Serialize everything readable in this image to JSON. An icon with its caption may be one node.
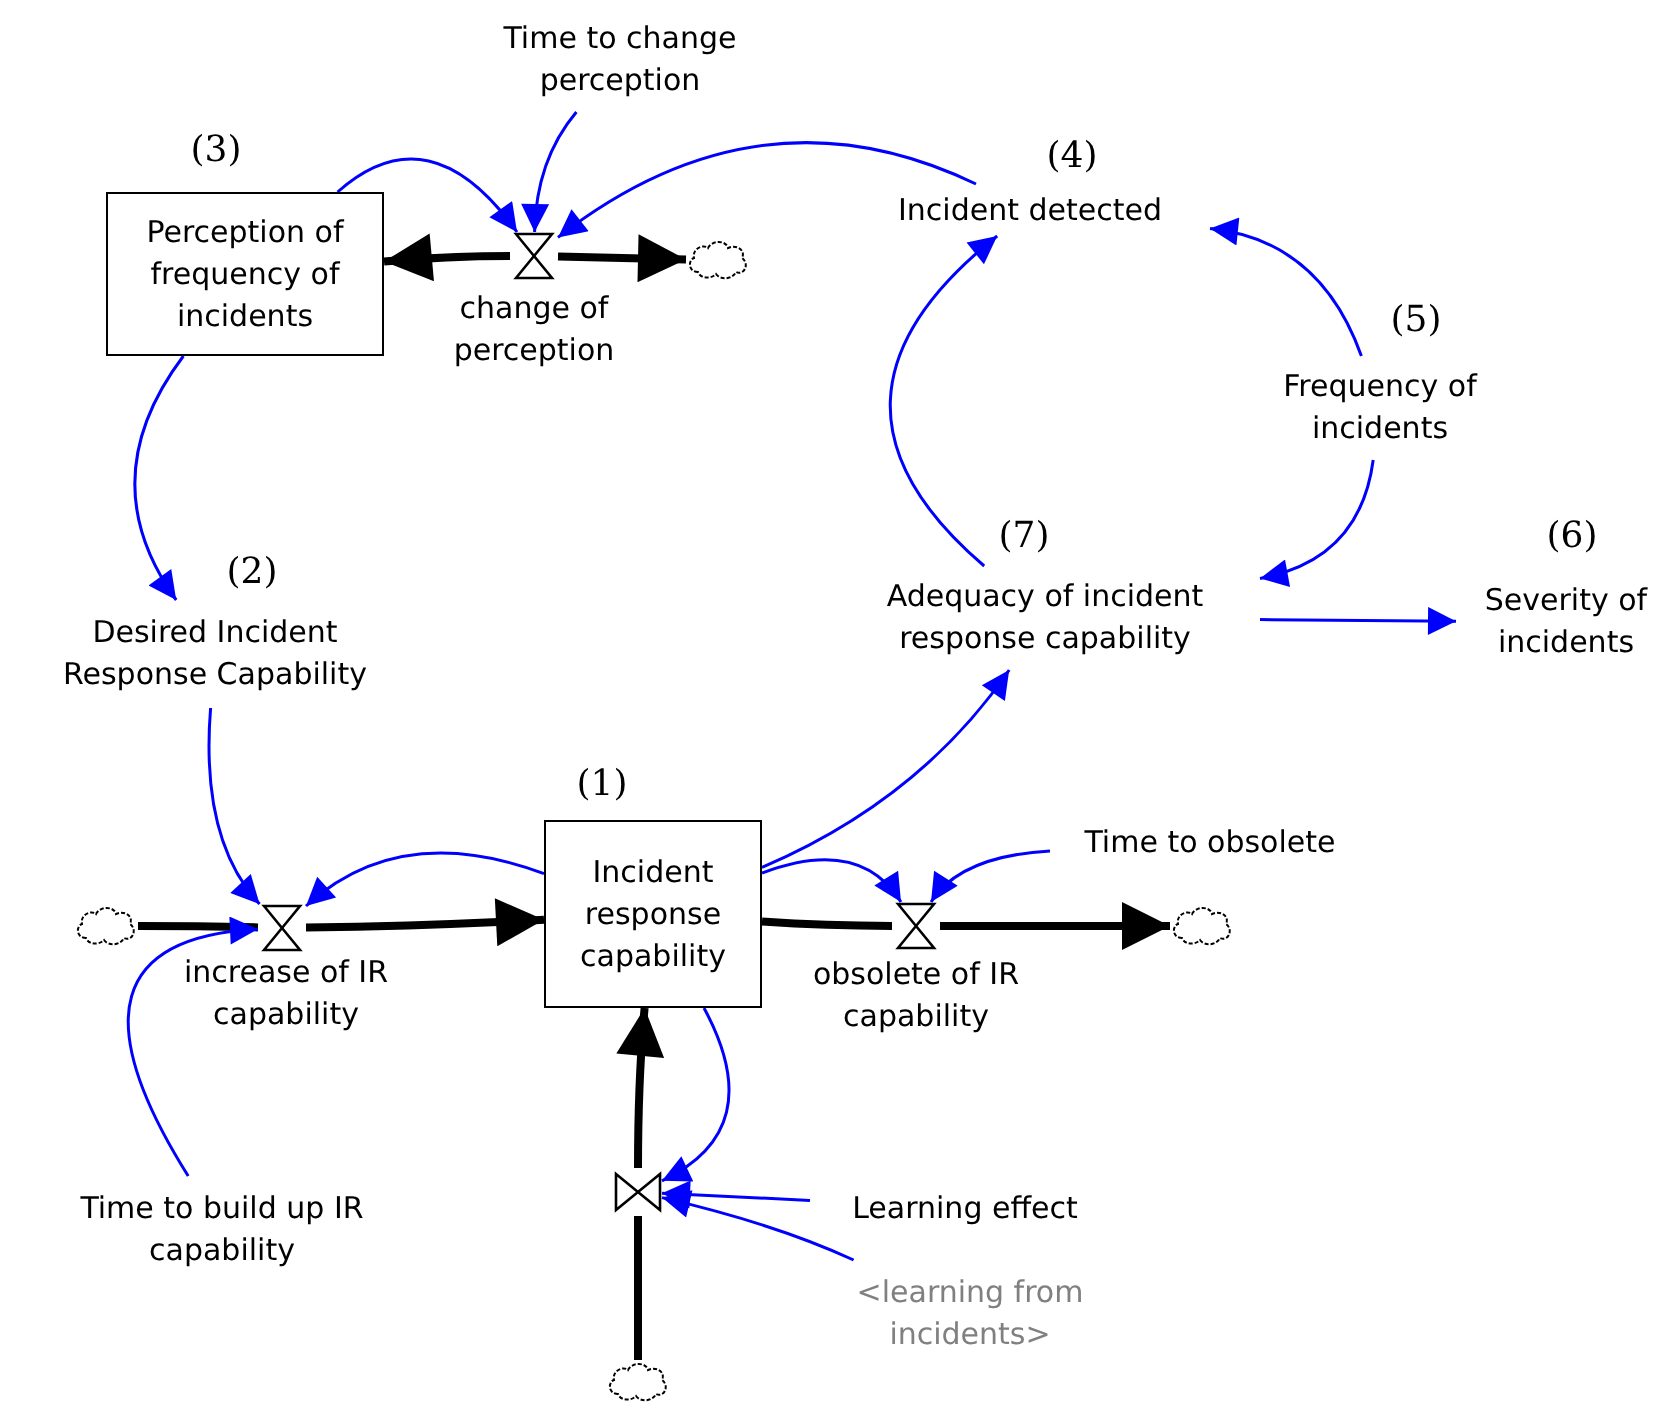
{
  "diagram": {
    "nodes": [
      {
        "text": [
          "Time to change perception"
        ]
      },
      {
        "text": [
          "Perception of frequency of incidents"
        ],
        "beside": [
          "(3)"
        ]
      },
      {
        "text": [
          "change of perception"
        ]
      },
      {
        "text": [],
        "shape": "cloud"
      },
      {
        "text": [
          "Incident detected"
        ],
        "beside": [
          "(4)"
        ]
      },
      {
        "text": [
          "Frequency of incidents"
        ],
        "beside": [
          "(5)"
        ]
      },
      {
        "text": [
          "Desired Incident Response Capability"
        ],
        "beside": [
          "(2)"
        ]
      },
      {
        "text": [
          "Adequacy of incident response capability"
        ],
        "beside": [
          "(7)"
        ]
      },
      {
        "text": [
          "Severity of incidents"
        ],
        "beside": [
          "(6)"
        ]
      },
      {
        "text": [
          "Incident response capability"
        ],
        "beside": [
          "(1)"
        ]
      },
      {
        "text": [
          "Time to obsolete"
        ]
      },
      {
        "text": [],
        "shape": "cloud"
      },
      {
        "text": [
          "increase of IR capability"
        ]
      },
      {
        "text": [
          "obsolete of IR capability"
        ]
      },
      {
        "text": [],
        "shape": "cloud"
      },
      {
        "text": [
          "Time to build up IR capability"
        ]
      },
      {
        "text": [
          "Learning effect"
        ]
      },
      {
        "text": [],
        "shape": "valve"
      },
      {
        "text": [
          "<learning from incidents>"
        ]
      },
      {
        "text": [],
        "shape": "cloud"
      }
    ],
    "edges": [
      {
        "from": 1,
        "to": 2,
        "arrow": "to"
      },
      {
        "from": 0,
        "to": 2,
        "arrow": "to"
      },
      {
        "from": 4,
        "to": 2,
        "arrow": "to"
      },
      {
        "from": 2,
        "to": 1,
        "arrow": "to",
        "style": "thick",
        "color": "#000000"
      },
      {
        "from": 2,
        "to": 3,
        "arrow": "to",
        "style": "thick",
        "color": "#000000"
      },
      {
        "from": 1,
        "to": 6,
        "arrow": "to"
      },
      {
        "from": 6,
        "to": 12,
        "arrow": "to"
      },
      {
        "from": 9,
        "to": 12,
        "arrow": "to"
      },
      {
        "from": 11,
        "to": 12,
        "arrow": "none",
        "style": "thick",
        "color": "#000000"
      },
      {
        "from": 12,
        "to": 9,
        "arrow": "to",
        "style": "thick",
        "color": "#000000"
      },
      {
        "from": 15,
        "to": 12,
        "arrow": "to"
      },
      {
        "from": 9,
        "to": 13,
        "arrow": "to"
      },
      {
        "from": 10,
        "to": 13,
        "arrow": "to"
      },
      {
        "from": 9,
        "to": 13,
        "arrow": "none",
        "style": "thick",
        "color": "#000000"
      },
      {
        "from": 13,
        "to": 14,
        "arrow": "to",
        "style": "thick",
        "color": "#000000"
      },
      {
        "from": 9,
        "to": 7,
        "arrow": "to"
      },
      {
        "from": 7,
        "to": 4,
        "arrow": "to"
      },
      {
        "from": 5,
        "to": 4,
        "arrow": "to"
      },
      {
        "from": 5,
        "to": 7,
        "arrow": "to"
      },
      {
        "from": 7,
        "to": 8,
        "arrow": "to"
      },
      {
        "from": 9,
        "to": 17,
        "arrow": "to"
      },
      {
        "from": 16,
        "to": 17,
        "arrow": "to"
      },
      {
        "from": 18,
        "to": 17,
        "arrow": "to"
      },
      {
        "from": 19,
        "to": 17,
        "arrow": "none",
        "style": "thick",
        "color": "#000000"
      },
      {
        "from": 17,
        "to": 9,
        "arrow": "to",
        "style": "thick",
        "color": "#000000"
      }
    ]
  }
}
